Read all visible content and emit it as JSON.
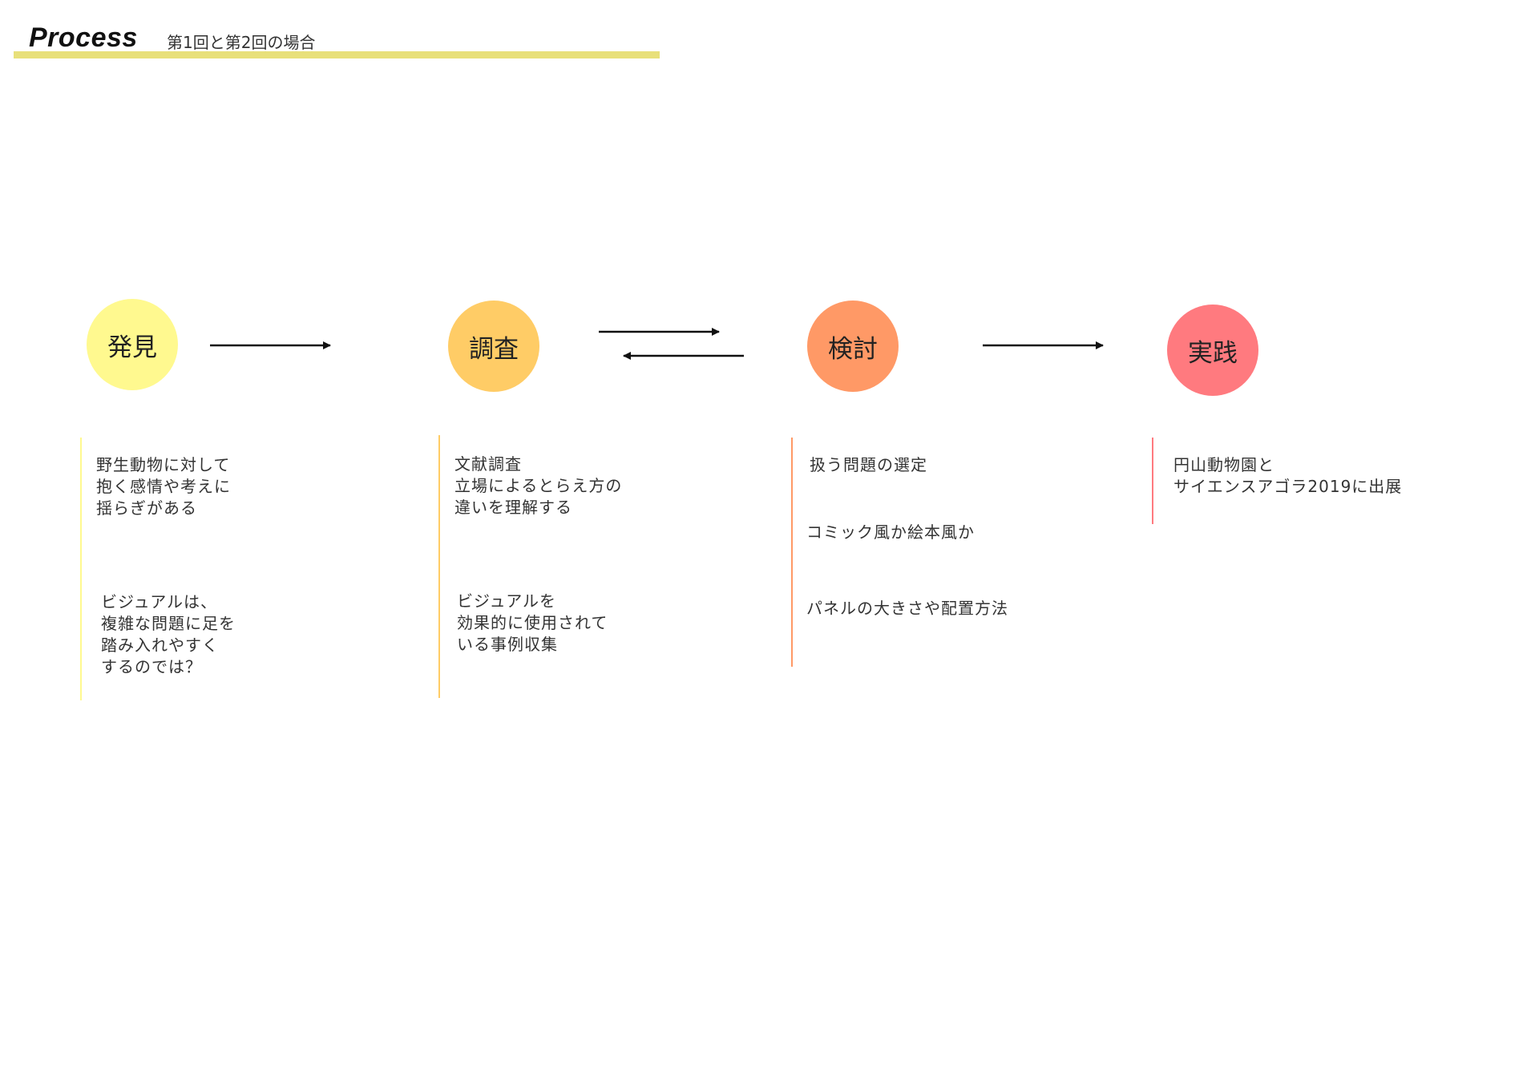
{
  "header": {
    "title": "Process",
    "subtitle": "第1回と第2回の場合",
    "underline_color": "#e8e07a"
  },
  "steps": [
    {
      "label": "発見",
      "color": "#fff98f"
    },
    {
      "label": "調査",
      "color": "#ffcc66"
    },
    {
      "label": "検討",
      "color": "#ff9966"
    },
    {
      "label": "実践",
      "color": "#ff7a7f"
    }
  ],
  "columns": [
    {
      "line_color": "#fff98f",
      "notes": [
        "野生動物に対して\n抱く感情や考えに\n揺らぎがある",
        "ビジュアルは、\n複雑な問題に足を\n踏み入れやすく\nするのでは？"
      ]
    },
    {
      "line_color": "#ffcc66",
      "notes": [
        "文献調査\n立場によるとらえ方の\n違いを理解する",
        "ビジュアルを\n効果的に使用されて\nいる事例収集"
      ]
    },
    {
      "line_color": "#ff9966",
      "notes": [
        "扱う問題の選定",
        "コミック風か絵本風か",
        "パネルの大きさや配置方法"
      ]
    },
    {
      "line_color": "#ff7a7f",
      "notes": [
        "円山動物園と\nサイエンスアゴラ2019に出展"
      ]
    }
  ],
  "arrow_color": "#111111"
}
